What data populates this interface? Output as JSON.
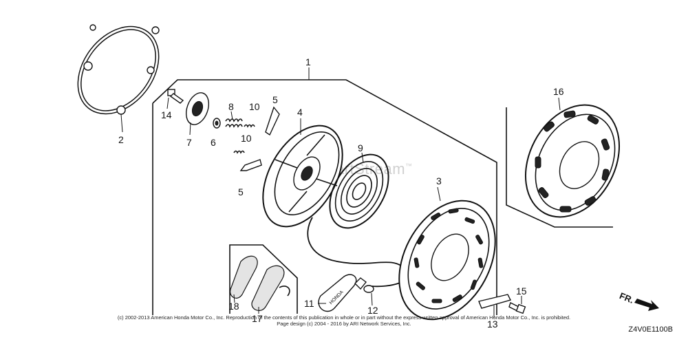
{
  "diagram": {
    "callouts": [
      {
        "id": "1",
        "label": "1"
      },
      {
        "id": "2",
        "label": "2"
      },
      {
        "id": "3",
        "label": "3"
      },
      {
        "id": "4",
        "label": "4"
      },
      {
        "id": "5a",
        "label": "5"
      },
      {
        "id": "5b",
        "label": "5"
      },
      {
        "id": "6",
        "label": "6"
      },
      {
        "id": "7",
        "label": "7"
      },
      {
        "id": "8",
        "label": "8"
      },
      {
        "id": "9",
        "label": "9"
      },
      {
        "id": "10a",
        "label": "10"
      },
      {
        "id": "10b",
        "label": "10"
      },
      {
        "id": "11",
        "label": "11"
      },
      {
        "id": "12",
        "label": "12"
      },
      {
        "id": "13",
        "label": "13"
      },
      {
        "id": "14",
        "label": "14"
      },
      {
        "id": "15",
        "label": "15"
      },
      {
        "id": "16",
        "label": "16"
      },
      {
        "id": "17",
        "label": "17"
      },
      {
        "id": "18",
        "label": "18"
      }
    ],
    "fr_label": "FR.",
    "diagram_code": "Z4V0E1100B",
    "handle_text": "HONDA",
    "watermark": "ARI PartStream",
    "watermark_tm": "™"
  },
  "footer": {
    "line1": "(c) 2002-2013 American Honda Motor Co., Inc. Reproduction of the contents of this publication in whole or in part without the express written approval of American Honda Motor Co., Inc. is prohibited.",
    "line2": "Page design (c) 2004 - 2016 by ARI Network Services, Inc."
  }
}
